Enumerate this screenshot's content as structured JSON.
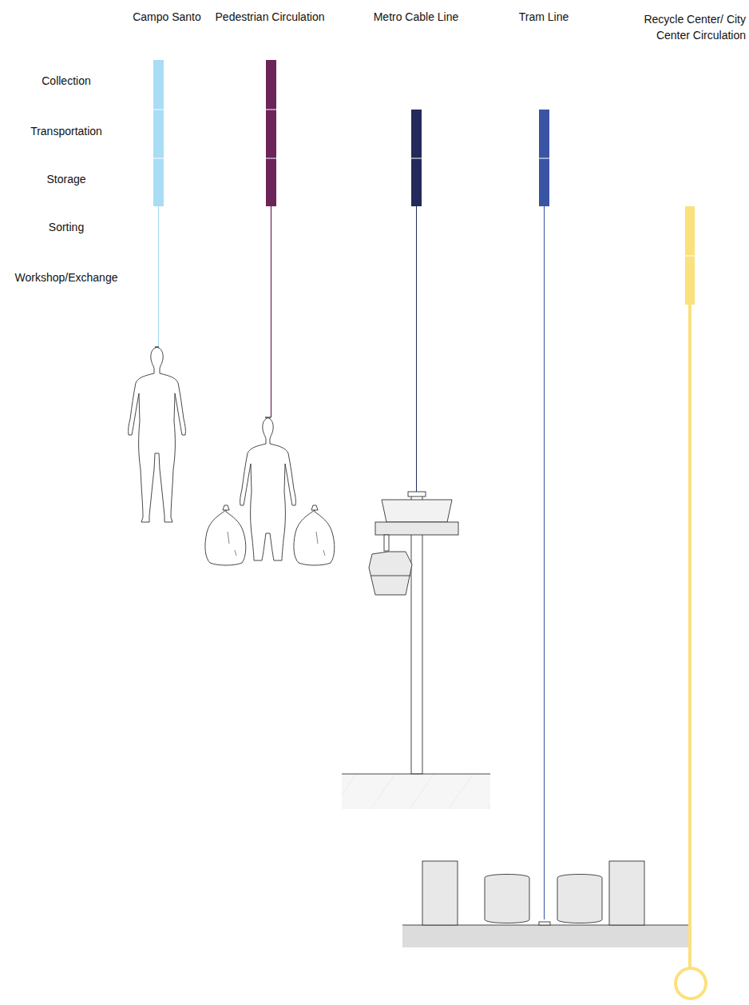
{
  "diagram": {
    "labels": [
      "Campo Santo",
      "Pedestrian Circulation",
      "Metro Cable Line",
      "Tram Line",
      "Recycle Center/ City Center Circulation",
      "Collection",
      "Transportation",
      "Storage",
      "Sorting",
      "Workshop/Exchange"
    ]
  }
}
